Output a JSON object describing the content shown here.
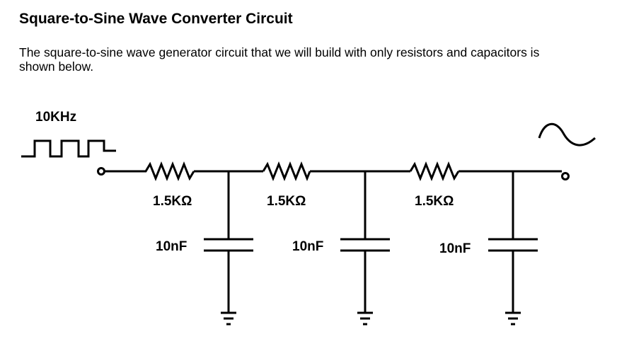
{
  "page": {
    "heading": "Square-to-Sine Wave Converter Circuit",
    "intro": "The square-to-sine wave generator circuit that we will build with only resistors and capacitors is shown below."
  },
  "circuit": {
    "input_frequency": "10KHz",
    "input_waveform_icon": "square-wave-icon",
    "output_waveform_icon": "sine-wave-icon",
    "stages": [
      {
        "resistor": "1.5KΩ",
        "capacitor": "10nF"
      },
      {
        "resistor": "1.5KΩ",
        "capacitor": "10nF"
      },
      {
        "resistor": "1.5KΩ",
        "capacitor": "10nF"
      }
    ]
  }
}
